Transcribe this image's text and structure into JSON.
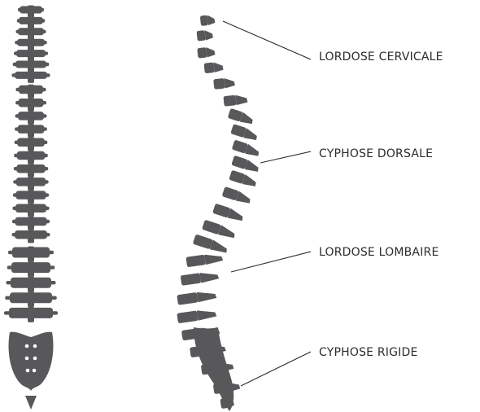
{
  "spine": {
    "fill_color": "#58585a",
    "line_color": "#2b2b2b"
  },
  "labels": [
    "LORDOSE CERVICALE",
    "CYPHOSE DORSALE",
    "LORDOSE LOMBAIRE",
    "CYPHOSE RIGIDE"
  ]
}
